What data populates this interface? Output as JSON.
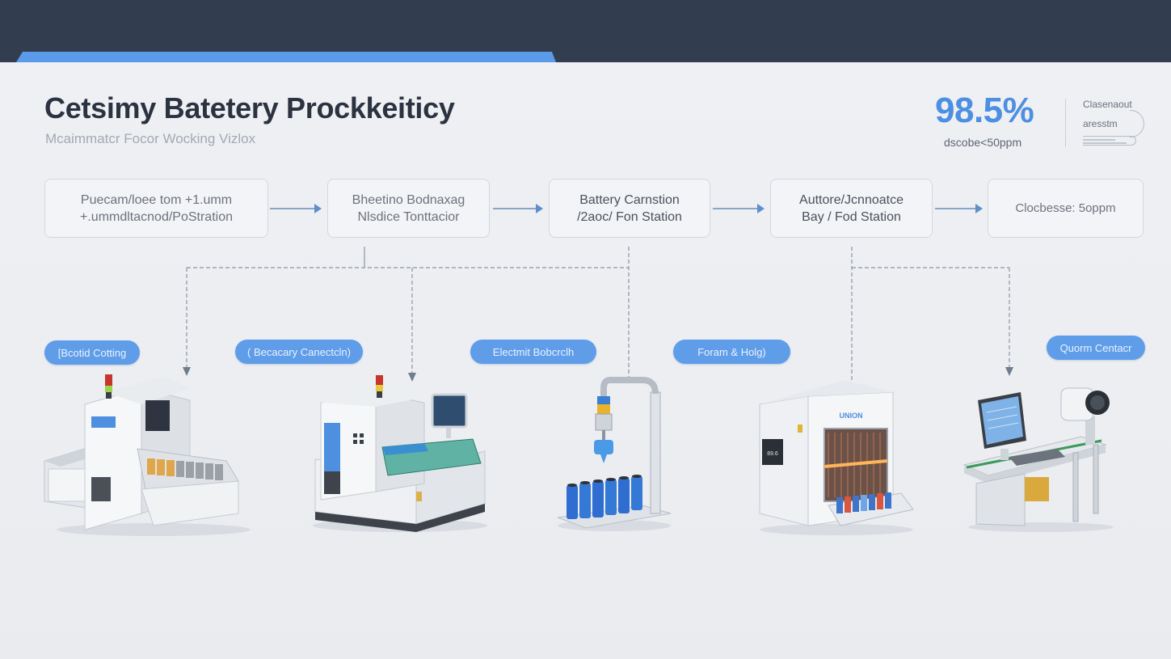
{
  "header": {
    "title": "Cetsimy Batetery Prockkeiticy",
    "subtitle": "Mcaimmatcr Focor Wocking Vizlox"
  },
  "kpi": {
    "value": "98.5%",
    "caption": "dscobe<50ppm",
    "side_line1": "Clasenaout",
    "side_line2": "aresstm"
  },
  "steps": [
    {
      "line1": "Puecam/loee tom +1.umm",
      "line2": "+.ummdltacnod/PoStration"
    },
    {
      "line1": "Bheetino Bodnaxag",
      "line2": "Nlsdice Tonttacior"
    },
    {
      "line1": "Battery Carnstion",
      "line2": "/2aoc/ Fon Station"
    },
    {
      "line1": "Auttore/Jcnnoatce",
      "line2": "Bay / Fod Station"
    },
    {
      "line1": "Clocbesse: 5oppm",
      "line2": ""
    }
  ],
  "stations": [
    {
      "label": "[Bcotid Cotting"
    },
    {
      "label": "( Becacary Canectcln)"
    },
    {
      "label": "Electmit Bobcrclh"
    },
    {
      "label": "Foram & Holg)"
    },
    {
      "label": "Quorm Centacr"
    }
  ],
  "machines": {
    "oven_brand": "UNION",
    "oven_panel": "89.6"
  },
  "colors": {
    "topbar": "#323d4f",
    "accent": "#5b9ae9",
    "kpi": "#4d8fe0",
    "pill": "#5f9de9",
    "connector": "#8a95a3"
  }
}
